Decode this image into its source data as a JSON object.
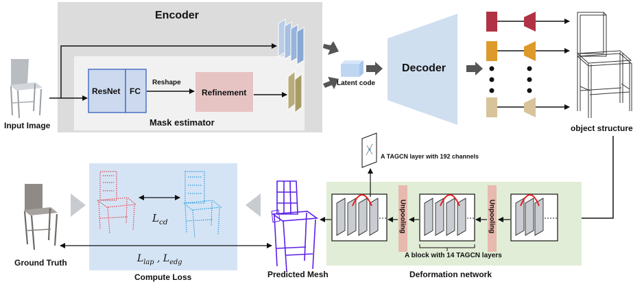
{
  "encoder": {
    "title": "Encoder",
    "resnet": "ResNet",
    "fc": "FC",
    "reshape": "Reshape",
    "refinement": "Refinement",
    "mask_estimator": "Mask estimator"
  },
  "input_image": "Input Image",
  "latent_code": "Latent code",
  "decoder": "Decoder",
  "object_structure": "object structure",
  "tagcn_layer": "A TAGCN layer with 192 channels",
  "unpooling": "Unpooling",
  "block_label": "A block with 14 TAGCN layers",
  "deformation_network": "Deformation network",
  "predicted_mesh": "Predicted Mesh",
  "compute_loss": "Compute Loss",
  "ground_truth": "Ground Truth",
  "loss_cd": "L_cd",
  "loss_lap_edg": "L_lap , L_edg",
  "colors": {
    "encoder_bg": "#dcdcdc",
    "mask_bg": "#f0f0f0",
    "decoder": "#cfdff0",
    "refinement": "#e7c4c4",
    "loss_bg": "#d5e4f5",
    "deform_bg": "#e1edd6",
    "mesh": "#5a1ee6",
    "red_cloud": "#e0424a",
    "blue_cloud": "#2a98d8",
    "part_red": "#b03244",
    "part_orange": "#dd9a2a",
    "part_tan": "#d8c39a",
    "arrow_gray": "#555555"
  }
}
